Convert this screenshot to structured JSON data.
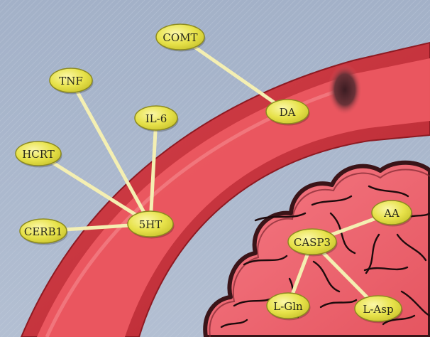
{
  "colors": {
    "background": "#a9b6cc",
    "vessel_wall": "#c8303a",
    "vessel_inner": "#ee5a62",
    "brain_fill": "#ef6a74",
    "node_fill": "#e6e34a",
    "edge": "#f4efb2"
  },
  "nodes": [
    {
      "id": "comt",
      "label": "COMT"
    },
    {
      "id": "tnf",
      "label": "TNF"
    },
    {
      "id": "il6",
      "label": "IL-6"
    },
    {
      "id": "da",
      "label": "DA"
    },
    {
      "id": "hcrt",
      "label": "HCRT"
    },
    {
      "id": "cerb1",
      "label": "CERB1"
    },
    {
      "id": "5ht",
      "label": "5HT"
    },
    {
      "id": "aa",
      "label": "AA"
    },
    {
      "id": "casp3",
      "label": "CASP3"
    },
    {
      "id": "lgln",
      "label": "L-Gln"
    },
    {
      "id": "lasp",
      "label": "L-Asp"
    }
  ],
  "edges": [
    [
      "comt",
      "da"
    ],
    [
      "tnf",
      "5ht"
    ],
    [
      "il6",
      "5ht"
    ],
    [
      "hcrt",
      "5ht"
    ],
    [
      "cerb1",
      "5ht"
    ],
    [
      "casp3",
      "aa"
    ],
    [
      "casp3",
      "lgln"
    ],
    [
      "casp3",
      "lasp"
    ]
  ]
}
